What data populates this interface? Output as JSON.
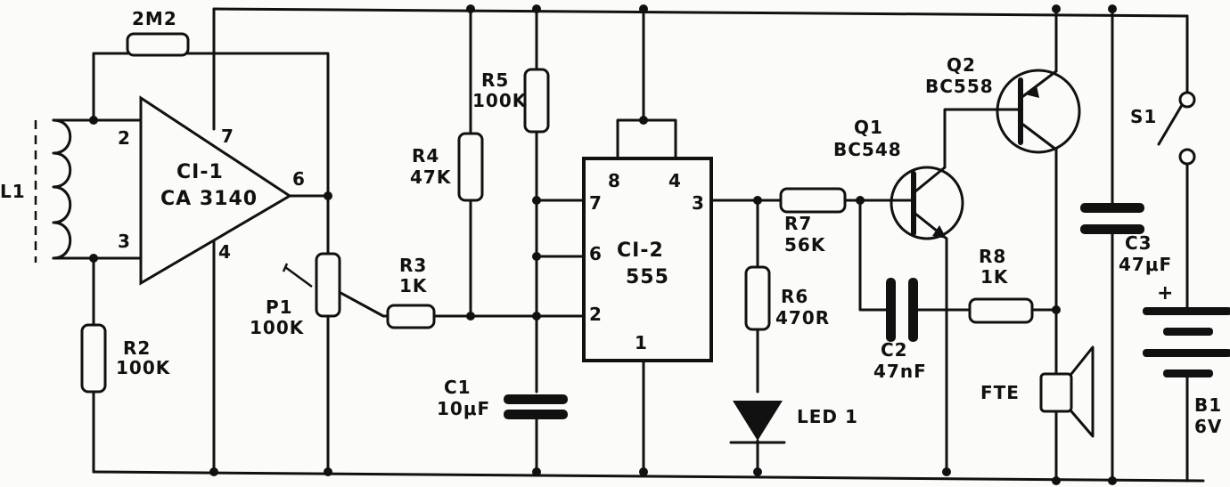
{
  "components": {
    "r_2m2": "2M2",
    "r2": {
      "ref": "R2",
      "value": "100K"
    },
    "r3": {
      "ref": "R3",
      "value": "1K"
    },
    "r4": {
      "ref": "R4",
      "value": "47K"
    },
    "r5": {
      "ref": "R5",
      "value": "100K"
    },
    "r6": {
      "ref": "R6",
      "value": "470R"
    },
    "r7": {
      "ref": "R7",
      "value": "56K"
    },
    "r8": {
      "ref": "R8",
      "value": "1K"
    },
    "p1": {
      "ref": "P1",
      "value": "100K"
    },
    "c1": {
      "ref": "C1",
      "value": "10μF"
    },
    "c2": {
      "ref": "C2",
      "value": "47nF"
    },
    "c3": {
      "ref": "C3",
      "value": "47μF"
    },
    "ci1": {
      "ref": "CI-1",
      "value": "CA 3140"
    },
    "ci2": {
      "ref": "CI-2",
      "value": "555"
    },
    "q1": {
      "ref": "Q1",
      "value": "BC548"
    },
    "q2": {
      "ref": "Q2",
      "value": "BC558"
    },
    "l1": "L1",
    "led1": "LED 1",
    "fte": "FTE",
    "s1": "S1",
    "b1": {
      "ref": "B1",
      "value": "6V"
    },
    "battery_plus": "+"
  },
  "pins": {
    "ci1_p2": "2",
    "ci1_p3": "3",
    "ci1_p4": "4",
    "ci1_p6": "6",
    "ci1_p7": "7",
    "ci2_p1": "1",
    "ci2_p2": "2",
    "ci2_p3": "3",
    "ci2_p4": "4",
    "ci2_p6": "6",
    "ci2_p7": "7",
    "ci2_p8": "8"
  }
}
